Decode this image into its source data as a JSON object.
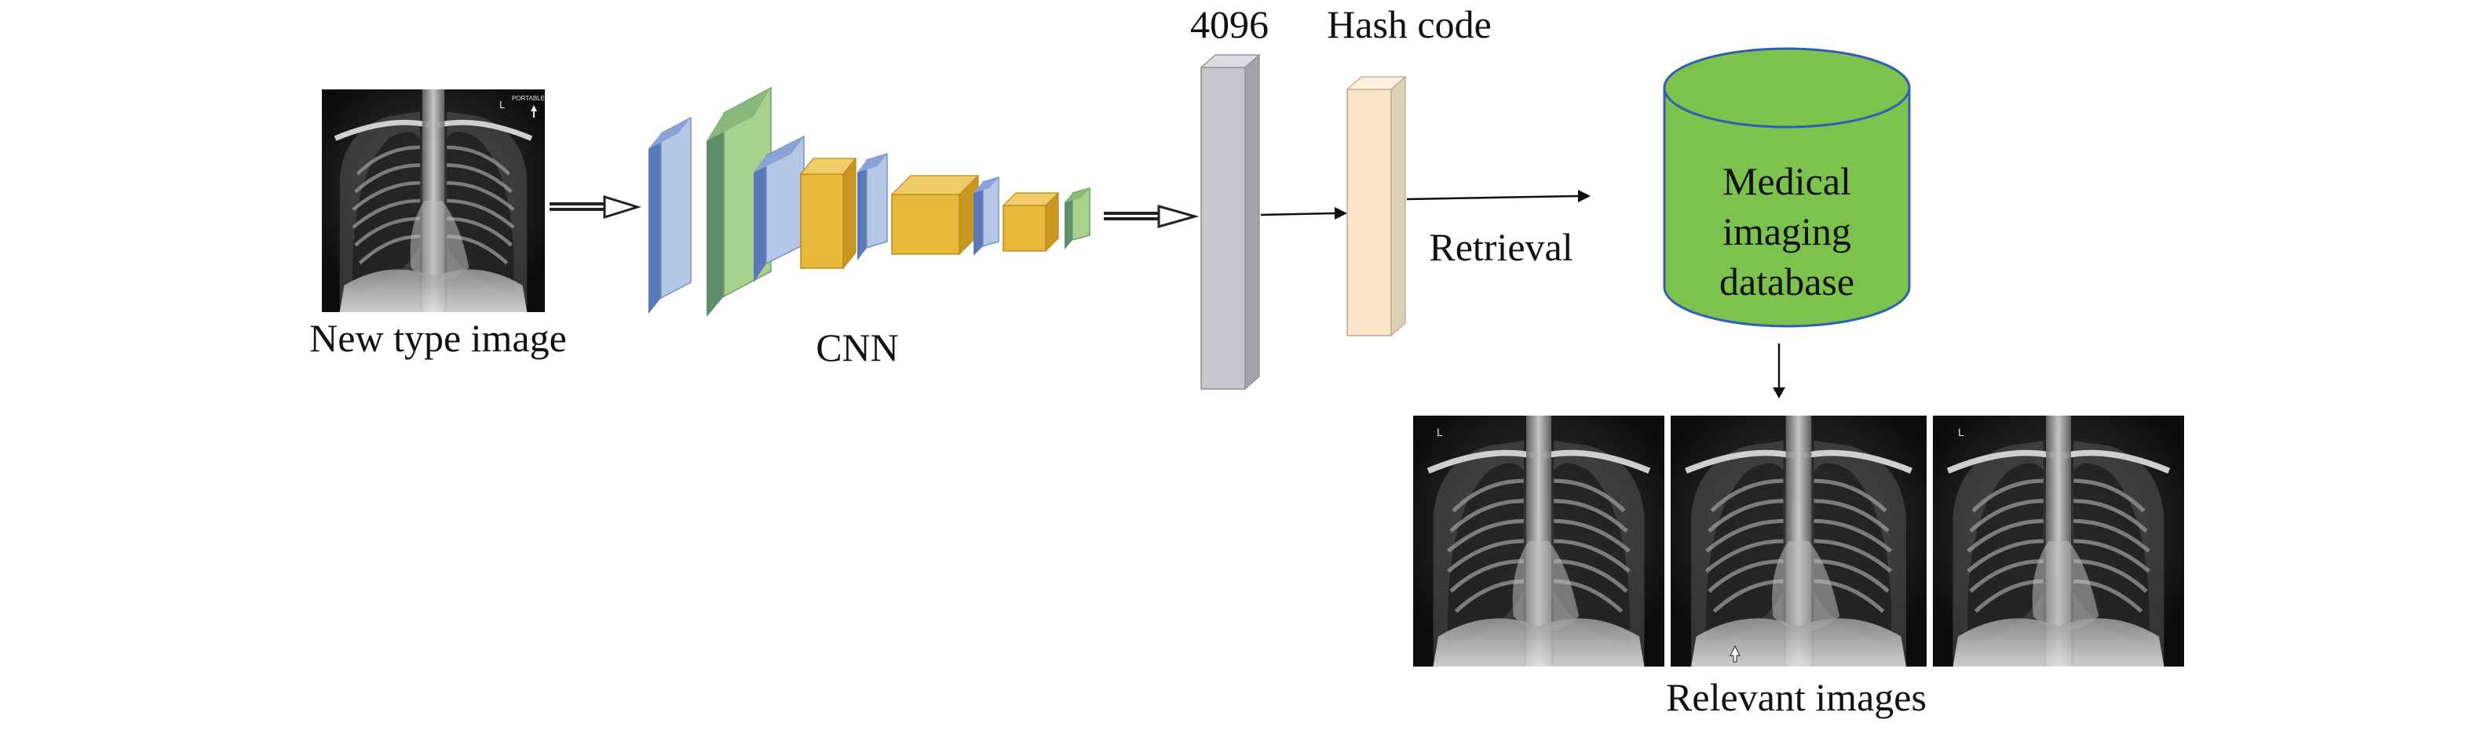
{
  "labels": {
    "input": "New type image",
    "cnn": "CNN",
    "feature_dim": "4096",
    "hash": "Hash code",
    "retrieval": "Retrieval",
    "database": [
      "Medical",
      "imaging",
      "database"
    ],
    "output": "Relevant images"
  },
  "xray_marks": {
    "input_corner": "L",
    "input_portable": "PORTABLE",
    "result_1": "L",
    "result_3": "L"
  },
  "colors": {
    "cnn_blue": "#b4c7e7",
    "cnn_green": "#a9d18e",
    "cnn_gold": "#e8b83a",
    "feature_gray": "#c8c8cc",
    "hash_cream": "#fbe5c8",
    "database_green": "#7cc24c",
    "database_stroke": "#2f5fb3"
  }
}
